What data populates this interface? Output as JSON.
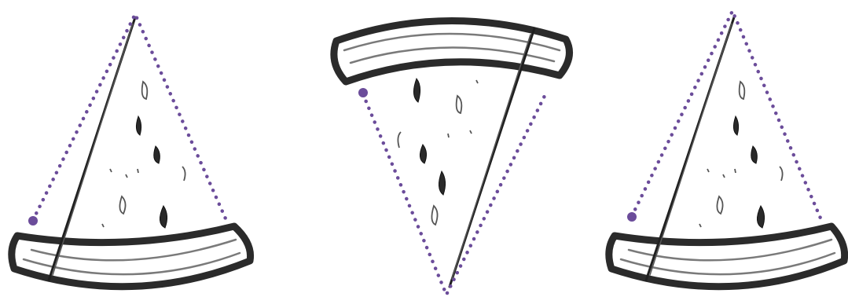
{
  "colors": {
    "guide": "#6b4c9a",
    "ink": "#2b2b2b",
    "seed": "#2a2a2a",
    "background": "#ffffff"
  },
  "slices": [
    {
      "orientation": "tip-up"
    },
    {
      "orientation": "tip-down"
    },
    {
      "orientation": "tip-up"
    }
  ]
}
